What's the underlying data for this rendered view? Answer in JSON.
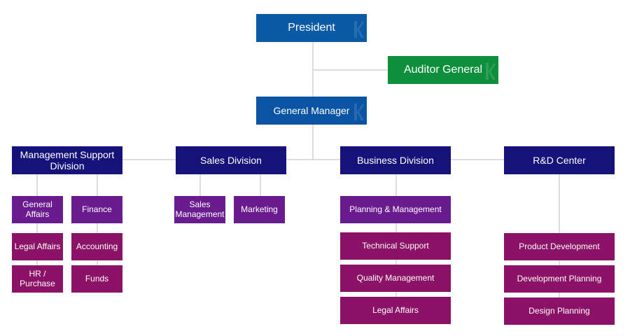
{
  "colors": {
    "president": "#0a5aa6",
    "auditor": "#0d8f3c",
    "manager": "#0a55a3",
    "division": "#15137a",
    "subunit_purple": "#6a1b8e",
    "subunit_magenta": "#8b1266",
    "connector": "#bdbdbd"
  },
  "nodes": {
    "president": "President",
    "auditor_general": "Auditor General",
    "general_manager": "General Manager",
    "management_support": "Management Support\nDivision",
    "sales_division": "Sales Division",
    "business_division": "Business Division",
    "rd_center": "R&D Center",
    "general_affairs": "General\nAffairs",
    "finance": "Finance",
    "legal_affairs_ms": "Legal Affairs",
    "accounting": "Accounting",
    "hr_purchase": "HR /\nPurchase",
    "funds": "Funds",
    "sales_management": "Sales\nManagement",
    "marketing": "Marketing",
    "planning_management": "Planning & Management",
    "technical_support": "Technical Support",
    "quality_management": "Quality Management",
    "legal_affairs_bd": "Legal Affairs",
    "product_development": "Product Development",
    "development_planning": "Development Planning",
    "design_planning": "Design Planning"
  }
}
